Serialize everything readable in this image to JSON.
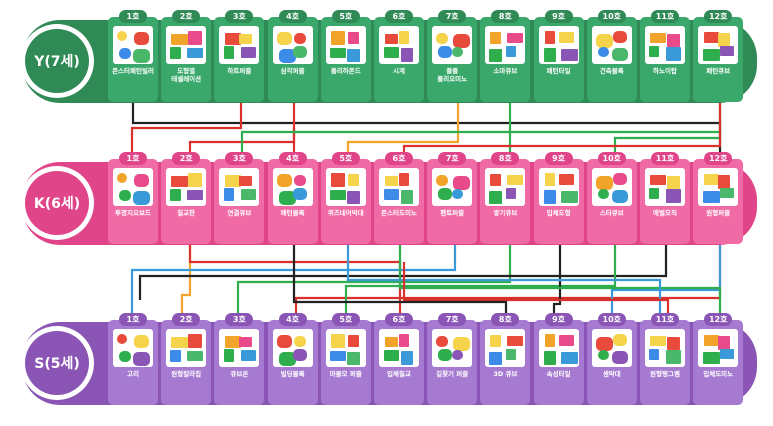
{
  "rows": [
    {
      "key": "y",
      "badge": "Y(7세)",
      "color": "#2f8a55",
      "items": [
        {
          "num": "1호",
          "label": "몬스터패턴빌러",
          "icon": "pegboard-icon"
        },
        {
          "num": "2호",
          "label": "도형별\n테셀레이션",
          "icon": "tessellation-icon"
        },
        {
          "num": "3호",
          "label": "하트퍼즐",
          "icon": "heart-puzzle-icon"
        },
        {
          "num": "4호",
          "label": "삼각퍼즐",
          "icon": "triangle-puzzle-icon"
        },
        {
          "num": "5호",
          "label": "폴리하몬드",
          "icon": "polyiamond-icon"
        },
        {
          "num": "6호",
          "label": "시계",
          "icon": "clock-icon"
        },
        {
          "num": "7호",
          "label": "플플\n폴리오미노",
          "icon": "polyomino-icon"
        },
        {
          "num": "8호",
          "label": "소마큐브",
          "icon": "soma-cube-icon"
        },
        {
          "num": "9호",
          "label": "패턴타일",
          "icon": "pattern-tile-icon"
        },
        {
          "num": "10호",
          "label": "건축블록",
          "icon": "building-block-icon"
        },
        {
          "num": "11호",
          "label": "하노이탑",
          "icon": "hanoi-tower-icon"
        },
        {
          "num": "12호",
          "label": "패턴큐브",
          "icon": "pattern-cube-icon"
        }
      ]
    },
    {
      "key": "k",
      "badge": "K(6세)",
      "color": "#e0458a",
      "items": [
        {
          "num": "1호",
          "label": "투명지오보드",
          "icon": "geoboard-icon"
        },
        {
          "num": "2호",
          "label": "칠교판",
          "icon": "tangram-icon"
        },
        {
          "num": "3호",
          "label": "연결큐브",
          "icon": "linking-cube-icon"
        },
        {
          "num": "4호",
          "label": "패턴블록",
          "icon": "pattern-block-icon"
        },
        {
          "num": "5호",
          "label": "퀴즈네어막대",
          "icon": "cuisenaire-rod-icon"
        },
        {
          "num": "6호",
          "label": "몬스터도미노",
          "icon": "domino-icon"
        },
        {
          "num": "7호",
          "label": "펜토퍼즐",
          "icon": "pento-puzzle-icon"
        },
        {
          "num": "8호",
          "label": "쌓기큐브",
          "icon": "stacking-cube-icon"
        },
        {
          "num": "9호",
          "label": "입체도형",
          "icon": "solid-shape-icon"
        },
        {
          "num": "10호",
          "label": "스타큐브",
          "icon": "star-cube-icon"
        },
        {
          "num": "11호",
          "label": "애벌모직",
          "icon": "bead-icon"
        },
        {
          "num": "12호",
          "label": "원형퍼즐",
          "icon": "round-puzzle-icon"
        }
      ]
    },
    {
      "key": "s",
      "badge": "S(5세)",
      "color": "#8a55b5",
      "items": [
        {
          "num": "1호",
          "label": "고리",
          "icon": "ring-chain-icon"
        },
        {
          "num": "2호",
          "label": "원형칼라칩",
          "icon": "color-chip-icon"
        },
        {
          "num": "3호",
          "label": "큐브온",
          "icon": "cube-on-icon"
        },
        {
          "num": "4호",
          "label": "빌딩블록",
          "icon": "building-block-icon"
        },
        {
          "num": "5호",
          "label": "마블모 퍼즐",
          "icon": "marble-puzzle-icon"
        },
        {
          "num": "6호",
          "label": "입체칠교",
          "icon": "3d-tangram-icon"
        },
        {
          "num": "7호",
          "label": "길찾기 퍼즐",
          "icon": "maze-puzzle-icon"
        },
        {
          "num": "8호",
          "label": "3D 큐브",
          "icon": "3d-cube-icon"
        },
        {
          "num": "9호",
          "label": "속성타일",
          "icon": "attribute-tile-icon"
        },
        {
          "num": "10호",
          "label": "셈막대",
          "icon": "counting-rod-icon"
        },
        {
          "num": "11호",
          "label": "원형탱그램",
          "icon": "round-tangram-icon"
        },
        {
          "num": "12호",
          "label": "입체도미노",
          "icon": "3d-domino-icon"
        }
      ]
    }
  ],
  "connector_colors": {
    "black": "#222222",
    "red": "#d8312b",
    "green": "#2fae4e",
    "orange": "#f2a42a",
    "blue": "#3a9ad9"
  },
  "accents": {
    "green_band": "#2f8a55",
    "pink_band": "#e0458a",
    "purple_band": "#8a55b5"
  }
}
